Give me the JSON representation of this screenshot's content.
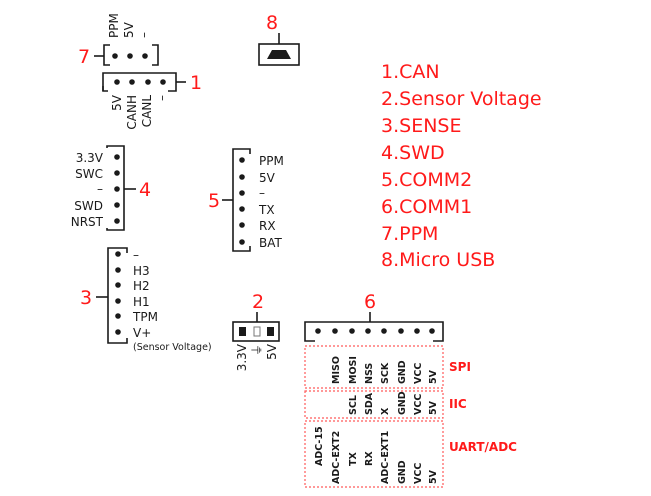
{
  "legend": [
    "1.CAN",
    "2.Sensor Voltage",
    "3.SENSE",
    "4.SWD",
    "5.COMM2",
    "6.COMM1",
    "7.PPM",
    "8.Micro USB"
  ],
  "connectors": {
    "ppm": {
      "number": "7",
      "pins": [
        "PPM",
        "5V",
        "–"
      ]
    },
    "can": {
      "number": "1",
      "pins": [
        "5V",
        "CANH",
        "CANL",
        "–"
      ]
    },
    "usb": {
      "number": "8",
      "icon": "micro-usb-icon"
    },
    "swd": {
      "number": "4",
      "pins": [
        "3.3V",
        "SWC",
        "–",
        "SWD",
        "NRST"
      ]
    },
    "comm2": {
      "number": "5",
      "pins": [
        "PPM",
        "5V",
        "–",
        "TX",
        "RX",
        "BAT"
      ]
    },
    "sense": {
      "number": "3",
      "pins": [
        "–",
        "H3",
        "H2",
        "H1",
        "TPM",
        "V+"
      ],
      "note": "(Sensor Voltage)"
    },
    "sensor_voltage": {
      "number": "2",
      "pins": [
        "3.3V",
        "⏚",
        "5V"
      ]
    },
    "comm1": {
      "number": "6",
      "groups": [
        {
          "name": "SPI",
          "pins": [
            "",
            "MISO",
            "MOSI",
            "NSS",
            "SCK",
            "GND",
            "VCC",
            "5V"
          ]
        },
        {
          "name": "IIC",
          "pins": [
            "",
            "",
            "SCL",
            "SDA",
            "X",
            "GND",
            "VCC",
            "5V"
          ]
        },
        {
          "name": "UART/ADC",
          "pins": [
            "ADC-15",
            "ADC-EXT2",
            "TX",
            "RX",
            "ADC-EXT1",
            "GND",
            "VCC",
            "5V"
          ]
        }
      ]
    }
  },
  "colors": {
    "accent": "#ff1a1a",
    "ink": "#1a1a1a",
    "dashed": "#ff5a5a"
  }
}
